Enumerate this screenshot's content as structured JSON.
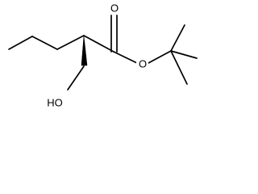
{
  "structure": {
    "atoms": {
      "carbonyl_oxygen": "O",
      "ester_oxygen": "O",
      "hydroxyl": "HO"
    },
    "colors": {
      "bond": "#000000",
      "background": "#ffffff"
    }
  }
}
